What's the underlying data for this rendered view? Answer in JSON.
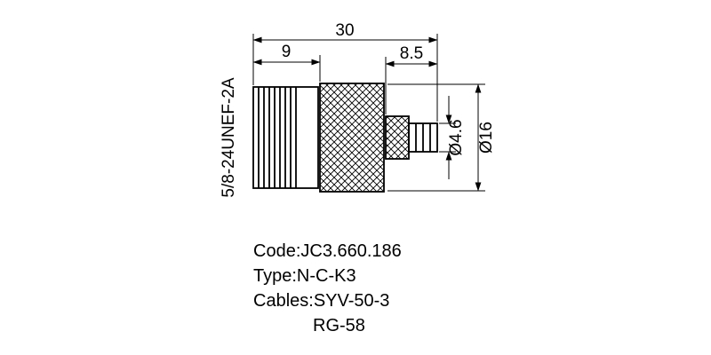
{
  "diagram": {
    "dimensions": {
      "overall_length": "30",
      "nut_length": "9",
      "crimp_length": "8.5",
      "pin_diameter": "Ø4.6",
      "body_diameter": "Ø16"
    },
    "thread_label": "5/8-24UNEF-2A",
    "notes": {
      "code": "Code:JC3.660.186",
      "type": "Type:N-C-K3",
      "cables": "Cables:SYV-50-3",
      "cables2": "RG-58"
    }
  },
  "colors": {
    "line": "#000000",
    "background": "#ffffff"
  }
}
